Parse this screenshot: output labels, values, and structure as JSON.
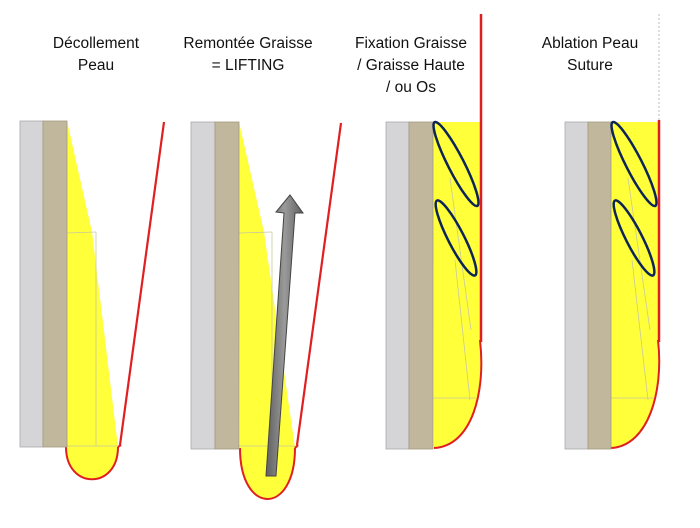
{
  "panels": [
    {
      "id": "decollement",
      "title": "Décollement\nPeau"
    },
    {
      "id": "remontee",
      "title": "Remontée Graisse\n= LIFTING"
    },
    {
      "id": "fixation",
      "title": "Fixation Graisse\n/ Graisse Haute\n/ ou Os"
    },
    {
      "id": "ablation",
      "title": "Ablation Peau\nSuture"
    }
  ],
  "colors": {
    "bone": "#d5d5d8",
    "muscle": "#c1b79c",
    "fat": "#ffff3a",
    "skin": "#e02020",
    "arrow": "#7f7f7f",
    "suture": "#0d2456"
  }
}
